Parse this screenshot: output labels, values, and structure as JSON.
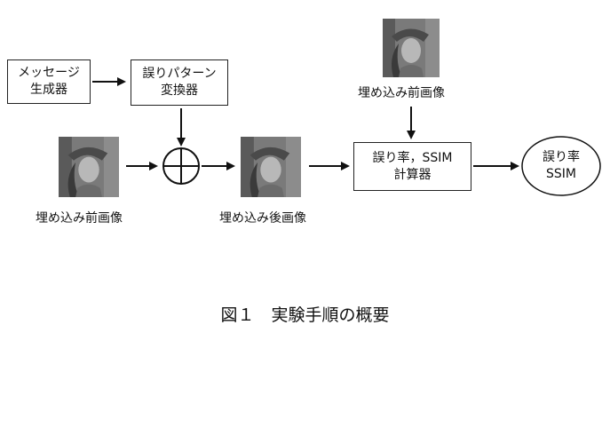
{
  "diagram": {
    "message_generator": "メッセージ\n生成器",
    "error_pattern_converter": "誤りパターン\n変換器",
    "eval_calculator": "誤り率，SSIM\n計算器",
    "output_ellipse": "誤り率\nSSIM",
    "label_pre_image_top": "埋め込み前画像",
    "label_pre_image_bottom": "埋め込み前画像",
    "label_post_image": "埋め込み後画像"
  },
  "figure_caption": "図１　実験手順の概要"
}
